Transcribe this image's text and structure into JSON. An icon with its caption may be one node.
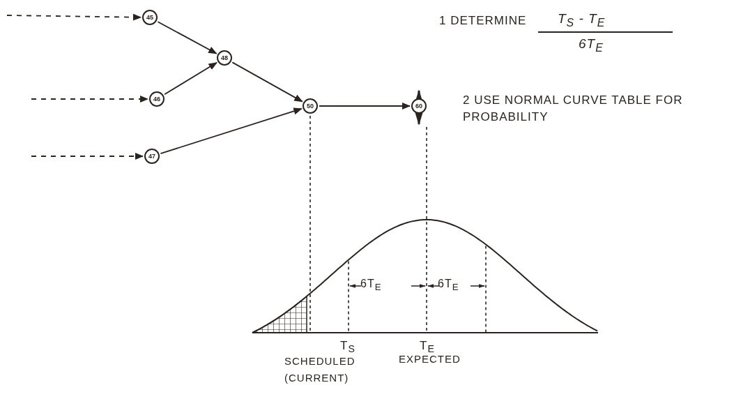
{
  "diagram": {
    "nodes": [
      {
        "text": [
          "45"
        ]
      },
      {
        "text": [
          "48"
        ]
      },
      {
        "text": [
          "46"
        ]
      },
      {
        "text": [
          "47"
        ]
      },
      {
        "text": [
          "50"
        ]
      },
      {
        "text": [
          "60"
        ]
      }
    ],
    "edges": [
      {
        "from": null,
        "to": 0,
        "arrow": "to",
        "style": "dashed"
      },
      {
        "from": null,
        "to": 2,
        "arrow": "to",
        "style": "dashed"
      },
      {
        "from": null,
        "to": 3,
        "arrow": "to",
        "style": "dashed"
      },
      {
        "from": 0,
        "to": 1,
        "arrow": "to"
      },
      {
        "from": 2,
        "to": 1,
        "arrow": "to"
      },
      {
        "from": 1,
        "to": 4,
        "arrow": "to"
      },
      {
        "from": 3,
        "to": 4,
        "arrow": "to"
      },
      {
        "from": 4,
        "to": 5,
        "arrow": "to"
      }
    ],
    "labels": [
      "1 DETERMINE",
      "T$_{S}$ - T$_{E}$",
      "6T$_{E}$",
      "2 USE NORMAL CURVE TABLE FOR PROBABILITY",
      "6T$_{E}$",
      "6T$_{E}$",
      "T$_{S}$",
      "T$_{E}$",
      "SCHEDULED (CURRENT)",
      "EXPECTED"
    ]
  }
}
